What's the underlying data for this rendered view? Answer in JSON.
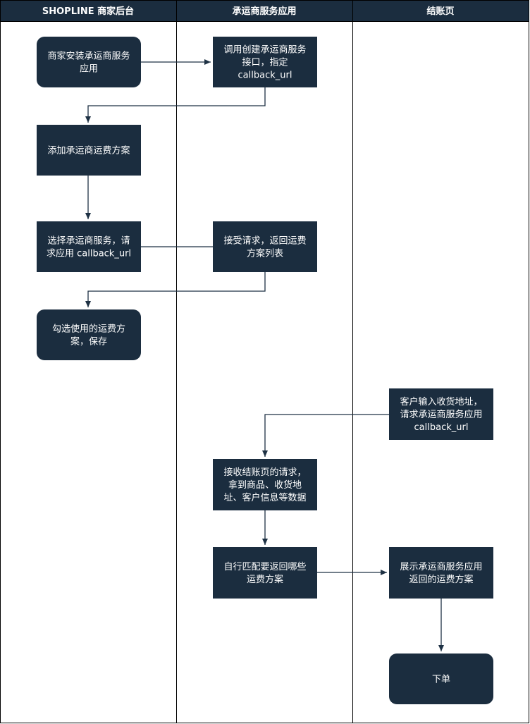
{
  "colors": {
    "header": "#1b2d3f",
    "node": "#1b2d3f",
    "node_text": "#ffffff",
    "edge": "#1e3144",
    "border": "#000000",
    "background": "#ffffff"
  },
  "lanes": [
    {
      "id": "merchant",
      "title": "SHOPLINE 商家后台"
    },
    {
      "id": "carrier",
      "title": "承运商服务应用"
    },
    {
      "id": "checkout",
      "title": "结账页"
    }
  ],
  "nodes": [
    {
      "id": "n1",
      "lane": "merchant",
      "shape": "rounded",
      "lines": [
        "商家安装承运商服务",
        "应用"
      ]
    },
    {
      "id": "n2",
      "lane": "carrier",
      "shape": "rect",
      "lines": [
        "调用创建承运商服务",
        "接口，指定",
        "callback_url"
      ]
    },
    {
      "id": "n3",
      "lane": "merchant",
      "shape": "rect",
      "lines": [
        "添加承运商运费方案"
      ]
    },
    {
      "id": "n4",
      "lane": "merchant",
      "shape": "rect",
      "lines": [
        "选择承运商服务，请",
        "求应用 callback_url"
      ]
    },
    {
      "id": "n5",
      "lane": "carrier",
      "shape": "rect",
      "lines": [
        "接受请求，返回运费",
        "方案列表"
      ]
    },
    {
      "id": "n6",
      "lane": "merchant",
      "shape": "rounded",
      "lines": [
        "勾选使用的运费方",
        "案，保存"
      ]
    },
    {
      "id": "n7",
      "lane": "checkout",
      "shape": "rect",
      "lines": [
        "客户输入收货地址，",
        "请求承运商服务应用",
        "callback_url"
      ]
    },
    {
      "id": "n8",
      "lane": "carrier",
      "shape": "rect",
      "lines": [
        "接收结账页的请求，",
        "拿到商品、收货地",
        "址、客户信息等数据"
      ]
    },
    {
      "id": "n9",
      "lane": "carrier",
      "shape": "rect",
      "lines": [
        "自行匹配要返回哪些",
        "运费方案"
      ]
    },
    {
      "id": "n10",
      "lane": "checkout",
      "shape": "rect",
      "lines": [
        "展示承运商服务应用",
        "返回的运费方案"
      ]
    },
    {
      "id": "n11",
      "lane": "checkout",
      "shape": "rounded",
      "lines": [
        "下单"
      ]
    }
  ],
  "edges": [
    {
      "from": "n1",
      "to": "n2",
      "arrow": true
    },
    {
      "from": "n2",
      "to": "n3",
      "arrow": true
    },
    {
      "from": "n3",
      "to": "n4",
      "arrow": true
    },
    {
      "from": "n4",
      "to": "n5",
      "arrow": false
    },
    {
      "from": "n5",
      "to": "n6",
      "arrow": true
    },
    {
      "from": "n7",
      "to": "n8",
      "arrow": true
    },
    {
      "from": "n8",
      "to": "n9",
      "arrow": true
    },
    {
      "from": "n9",
      "to": "n10",
      "arrow": true
    },
    {
      "from": "n10",
      "to": "n11",
      "arrow": true
    }
  ]
}
